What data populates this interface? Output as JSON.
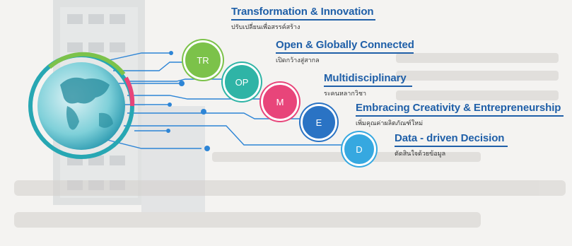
{
  "values": [
    {
      "letters": "TR",
      "title": "Transformation & Innovation",
      "subtitle": "ปรับเปลี่ยนเพื่อสรรค์สร้าง",
      "color": "#7cc24a"
    },
    {
      "letters": "OP",
      "title": "Open & Globally Connected",
      "subtitle": "เปิดกว้างสู่สากล",
      "color": "#2fb4a6"
    },
    {
      "letters": "M",
      "title": "Multidisciplinary",
      "subtitle": "ระคนหลากวิชา",
      "color": "#e8457a"
    },
    {
      "letters": "E",
      "title": "Embracing Creativity & Entrepreneurship",
      "subtitle": "เพิ่มคุณค่าผลิตภัณฑ์ใหม่",
      "color": "#2a73c4"
    },
    {
      "letters": "D",
      "title": "Data - driven Decision",
      "subtitle": "ตัดสินใจด้วยข้อมูล",
      "color": "#36a8e0"
    }
  ],
  "colors": {
    "heading": "#1f5fa8",
    "line": "#2d85d6",
    "globe": "#27a7b3"
  }
}
